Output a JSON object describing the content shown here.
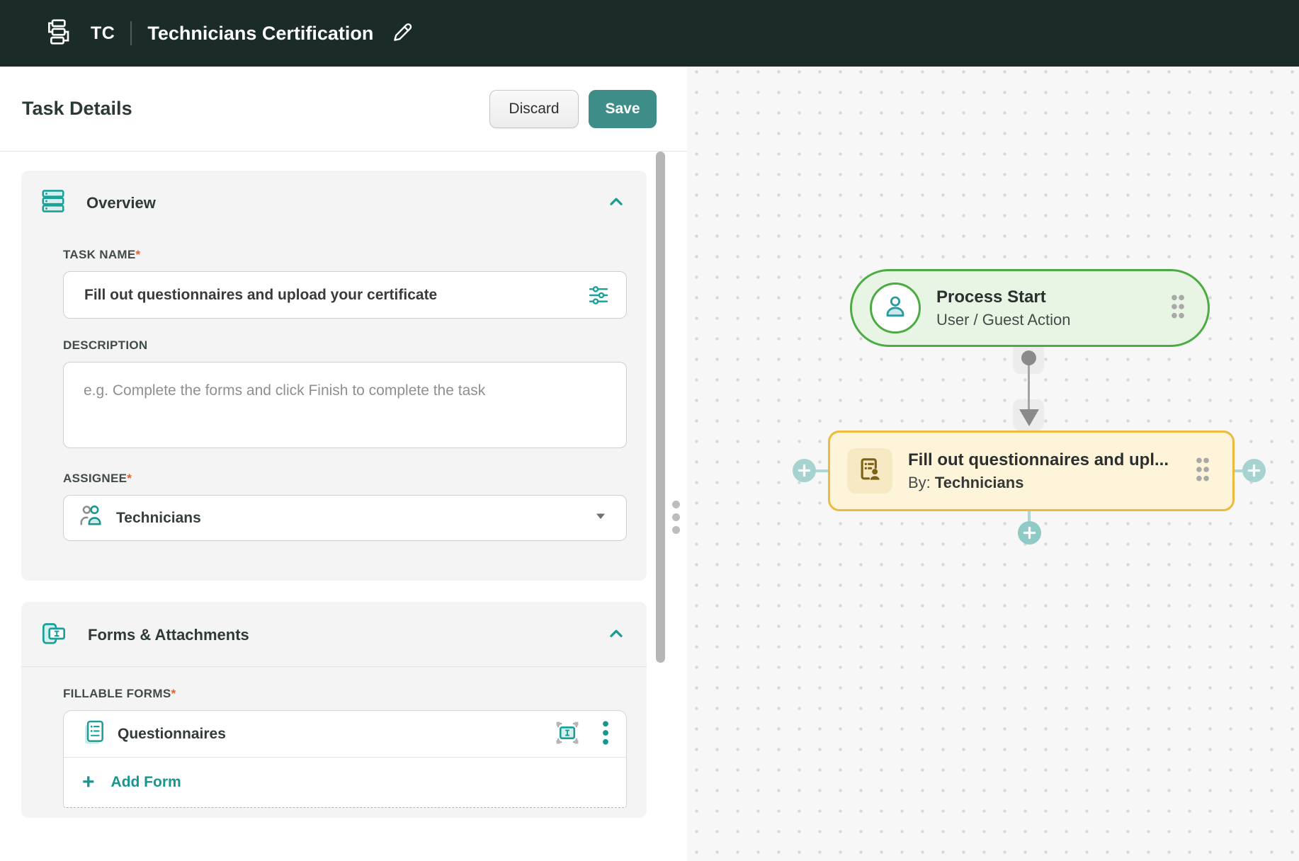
{
  "header": {
    "app_initials": "TC",
    "title": "Technicians Certification"
  },
  "panel": {
    "title": "Task Details",
    "discard_label": "Discard",
    "save_label": "Save",
    "overview": {
      "title": "Overview",
      "task_name": {
        "label": "TASK NAME",
        "required": "*",
        "value": "Fill out questionnaires and upload your certificate"
      },
      "description": {
        "label": "DESCRIPTION",
        "placeholder": "e.g. Complete the forms and click Finish to complete the task"
      },
      "assignee": {
        "label": "ASSIGNEE",
        "required": "*",
        "value": "Technicians"
      }
    },
    "forms": {
      "title": "Forms & Attachments",
      "fillable_forms_label": "FILLABLE FORMS",
      "required": "*",
      "items": [
        {
          "name": "Questionnaires"
        }
      ],
      "add_form_label": "Add Form"
    }
  },
  "canvas": {
    "nodes": [
      {
        "type": "start",
        "title": "Process Start",
        "subtitle": "User / Guest Action"
      },
      {
        "type": "task",
        "title": "Fill out questionnaires and upl...",
        "by_label": "By:",
        "assignee": "Technicians"
      }
    ]
  },
  "colors": {
    "header_bg": "#1B2B28",
    "accent_teal": "#17968F",
    "icon_teal": "#18A099",
    "save_button_bg": "#3E8D88",
    "required_orange": "#E2622B",
    "start_node_border": "#4CAB43",
    "start_node_bg": "#E9F5E4",
    "task_node_border": "#ECBA3E",
    "task_node_bg": "#FDF4DA",
    "task_icon_glyph": "#7C6317",
    "canvas_bg": "#F7F7F7",
    "connector_gray": "#8A8A8A",
    "plus_button_bg": "#A6D3D0"
  }
}
